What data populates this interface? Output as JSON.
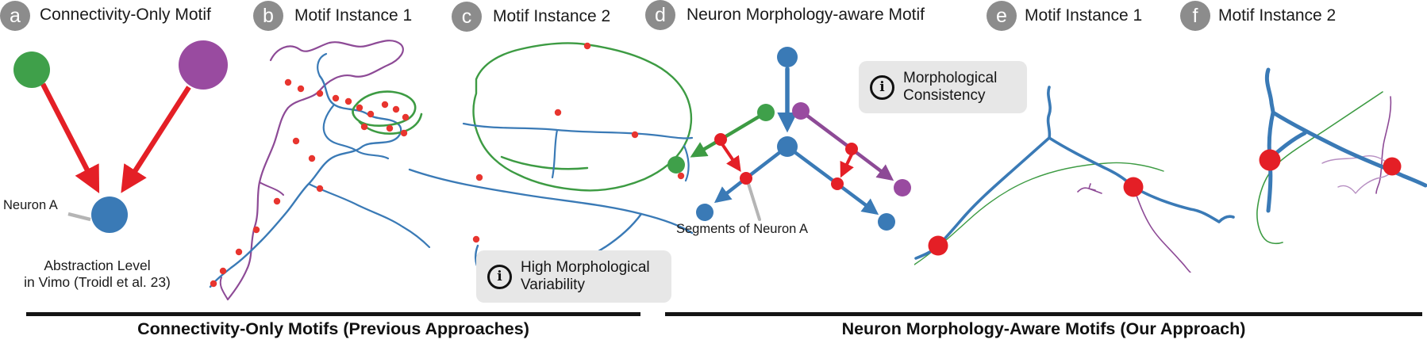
{
  "panels": [
    {
      "id": "a",
      "badge": "a",
      "title": "Connectivity-Only Motif"
    },
    {
      "id": "b",
      "badge": "b",
      "title": "Motif Instance 1"
    },
    {
      "id": "c",
      "badge": "c",
      "title": "Motif Instance 2"
    },
    {
      "id": "d",
      "badge": "d",
      "title": "Neuron Morphology-aware Motif"
    },
    {
      "id": "e",
      "badge": "e",
      "title": "Motif Instance 1"
    },
    {
      "id": "f",
      "badge": "f",
      "title": "Motif Instance 2"
    }
  ],
  "labels": {
    "neuron_a": "Neuron A",
    "abstraction_line1": "Abstraction Level",
    "abstraction_line2": "in Vimo (Troidl et al. 23)",
    "segments": "Segments of Neuron A"
  },
  "callouts": {
    "variability": {
      "icon_glyph": "i",
      "line1": "High Morphological",
      "line2": "Variability"
    },
    "consistency": {
      "icon_glyph": "i",
      "line1": "Morphological",
      "line2": "Consistency"
    }
  },
  "footers": {
    "left": "Connectivity-Only Motifs (Previous Approaches)",
    "right": "Neuron Morphology-Aware Motifs (Our Approach)"
  },
  "colors": {
    "badge_gray": "#8c8c8c",
    "neuron_blue": "#3a7ab6",
    "neuron_green": "#3d9b43",
    "neuron_purple": "#8d4a96",
    "light_purple": "#b78fc2",
    "synapse_red": "#e8352f",
    "arrow_red": "#e41f26",
    "pointer_gray": "#b5b5b5",
    "callout_bg": "#e7e7e7"
  }
}
